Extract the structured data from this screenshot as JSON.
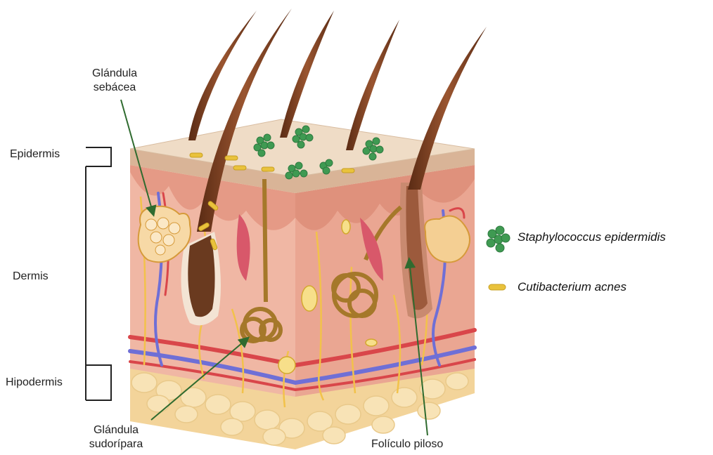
{
  "layers": {
    "epidermis": "Epidermis",
    "dermis": "Dermis",
    "hipodermis": "Hipodermis"
  },
  "structures": {
    "sebaceous_line1": "Glándula",
    "sebaceous_line2": "sebácea",
    "sweat_line1": "Glándula",
    "sweat_line2": "sudorípara",
    "follicle": "Folículo piloso"
  },
  "legend": {
    "bacteria1": "Staphylococcus epidermidis",
    "bacteria2": "Cutibacterium acnes"
  },
  "colors": {
    "epidermis_top": "#ead5bd",
    "dermis": "#f0b6a3",
    "dermis_side": "#e7a38f",
    "hypodermis_fat": "#f6dba5",
    "hair": "#8a4a2a",
    "staph": "#3f9a52",
    "cutibacterium": "#e9c23c",
    "nerve": "#f2c24a",
    "artery": "#d9464a",
    "vein": "#6f6fd6",
    "arrow": "#2f6b2f"
  }
}
